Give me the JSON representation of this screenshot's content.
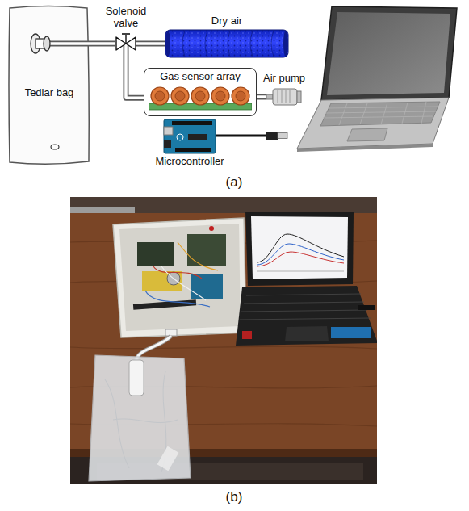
{
  "diagram": {
    "nodes": [
      {
        "text": [
          "Tedlar bag"
        ]
      },
      {
        "text": [
          "Solenoid valve"
        ]
      },
      {
        "text": [
          "Dry air"
        ]
      },
      {
        "text": [
          "Gas sensor array"
        ]
      },
      {
        "text": [
          "Air pump"
        ]
      },
      {
        "text": [
          "Microcontroller"
        ]
      }
    ],
    "edges": [
      {
        "from": 0,
        "to": 1,
        "arrow": "none"
      },
      {
        "from": 1,
        "to": 2,
        "arrow": "none"
      },
      {
        "from": 1,
        "to": 3,
        "arrow": "none"
      },
      {
        "from": 3,
        "to": 4,
        "arrow": "none"
      }
    ],
    "labels": [
      "(a)",
      "(b)"
    ]
  }
}
